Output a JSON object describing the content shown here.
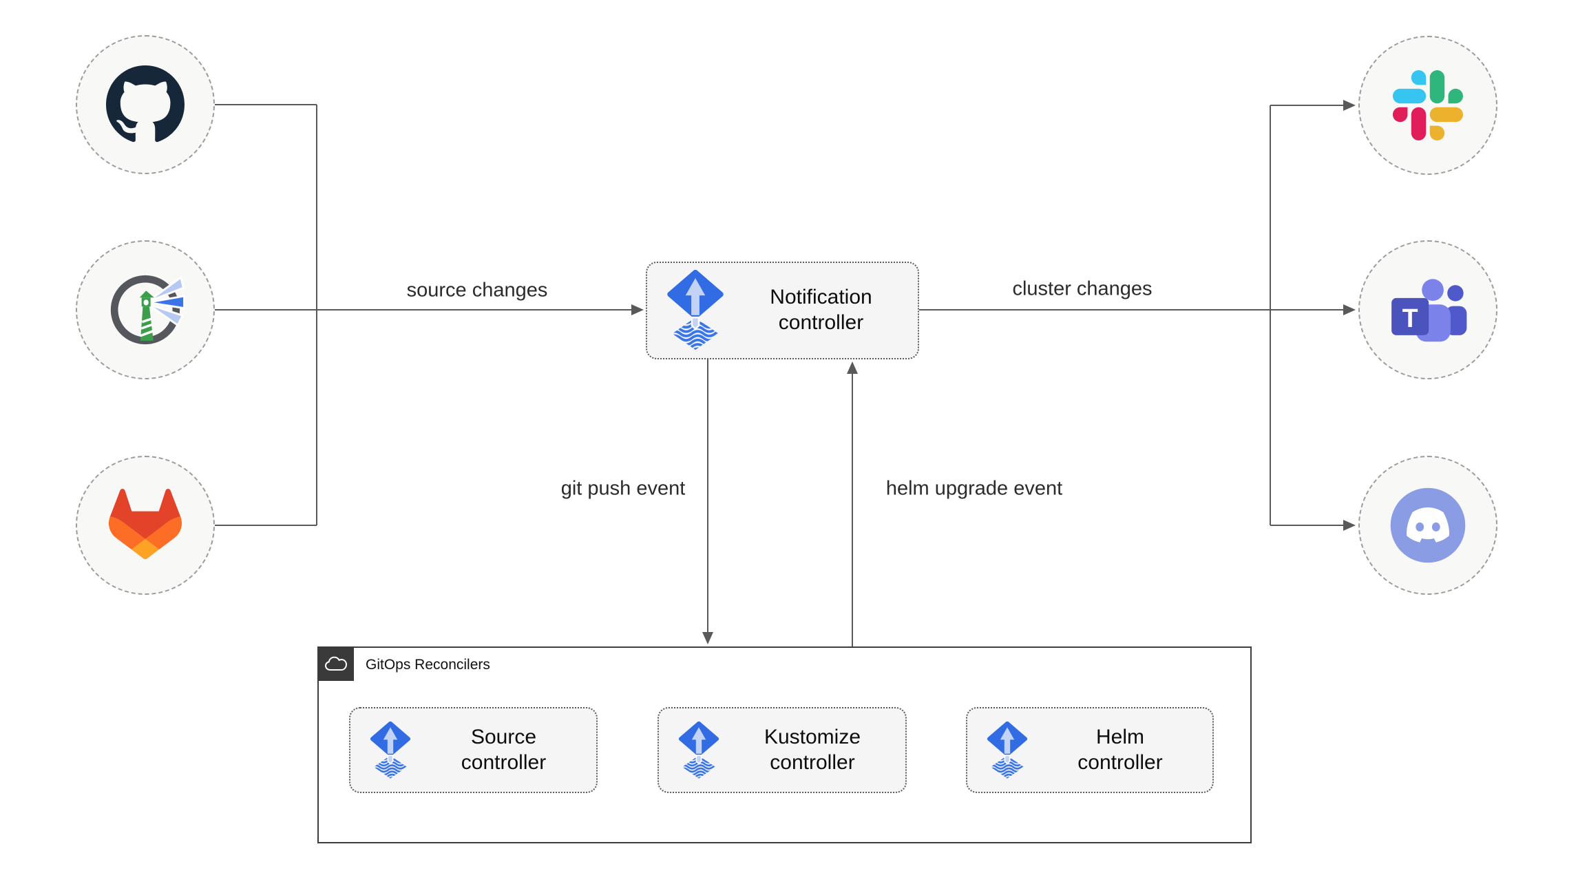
{
  "nodes": {
    "notification": "Notification controller",
    "source": "Source controller",
    "kustomize": "Kustomize controller",
    "helm": "Helm controller",
    "group_label": "GitOps Reconcilers"
  },
  "edges": {
    "source_changes": "source changes",
    "cluster_changes": "cluster changes",
    "git_push": "git push event",
    "helm_upgrade": "helm upgrade event"
  },
  "icons": {
    "left_sources": [
      "github",
      "harbor",
      "gitlab"
    ],
    "right_targets": [
      "slack",
      "microsoft-teams",
      "discord"
    ],
    "controller_icon": "flux",
    "group_corner_icon": "cloud",
    "teams_letter": "T"
  },
  "colors": {
    "flux_blue": "#326ce5",
    "flux_arrow_light": "#c3d3f6",
    "flux_wave_blue": "#3b76e9",
    "wire_gray": "#595959",
    "node_fill": "#f5f5f5",
    "node_border_dotted": "#5a5a5a",
    "circle_fill": "#f8f8f6",
    "circle_border_dashed": "#9c9c9c",
    "group_border": "#3d3d3d",
    "github_dark": "#17273a",
    "harbor_ring_gray": "#54575c",
    "harbor_green": "#3b9e4b",
    "harbor_beam_blue": "#3a74e8",
    "harbor_beam_light": "#b6c9f2",
    "gitlab_red": "#e24329",
    "gitlab_orange": "#fc6d26",
    "gitlab_yellow": "#fca326",
    "slack_blue": "#36c5f0",
    "slack_green": "#2eb67d",
    "slack_red": "#e01e5a",
    "slack_yellow": "#ecb22e",
    "teams_front_purple": "#4b53bc",
    "teams_light_purple": "#7b83eb",
    "teams_dark_purple": "#5059c9",
    "discord_blurple": "#8a9ce4"
  }
}
